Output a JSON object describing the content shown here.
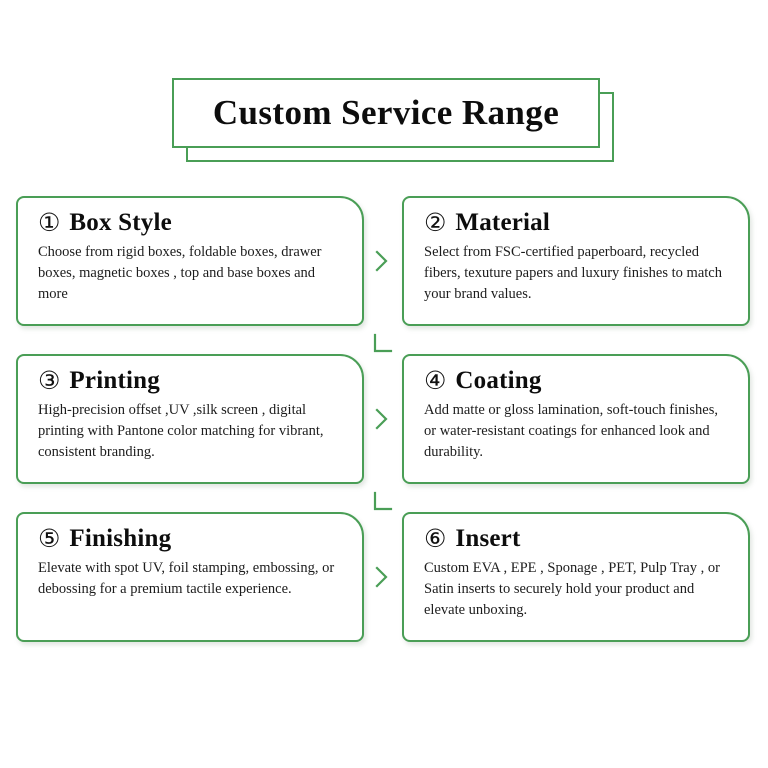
{
  "title": {
    "text": "Custom Service Range"
  },
  "theme": {
    "accent_green": "#4a9e56",
    "text_color": "#0d0d0d",
    "background": "#ffffff"
  },
  "cards": [
    {
      "number": "①",
      "title": "Box Style",
      "body": "Choose from rigid boxes, foldable boxes, drawer boxes, magnetic boxes , top and base boxes and more"
    },
    {
      "number": "②",
      "title": "Material",
      "body": "Select from FSC-certified paperboard, recycled fibers, texuture papers and luxury finishes to match your brand values."
    },
    {
      "number": "③",
      "title": "Printing",
      "body": "High-precision offset ,UV ,silk screen , digital printing with Pantone color matching for vibrant, consistent branding."
    },
    {
      "number": "④",
      "title": "Coating",
      "body": "Add matte or gloss lamination, soft-touch finishes, or water-resistant coatings for enhanced look and durability."
    },
    {
      "number": "⑤",
      "title": "Finishing",
      "body": "Elevate with spot UV, foil stamping, embossing, or debossing for a premium tactile experience."
    },
    {
      "number": "⑥",
      "title": "Insert",
      "body": "Custom EVA , EPE , Sponage , PET, Pulp Tray , or Satin inserts to securely hold your product and elevate unboxing."
    }
  ]
}
